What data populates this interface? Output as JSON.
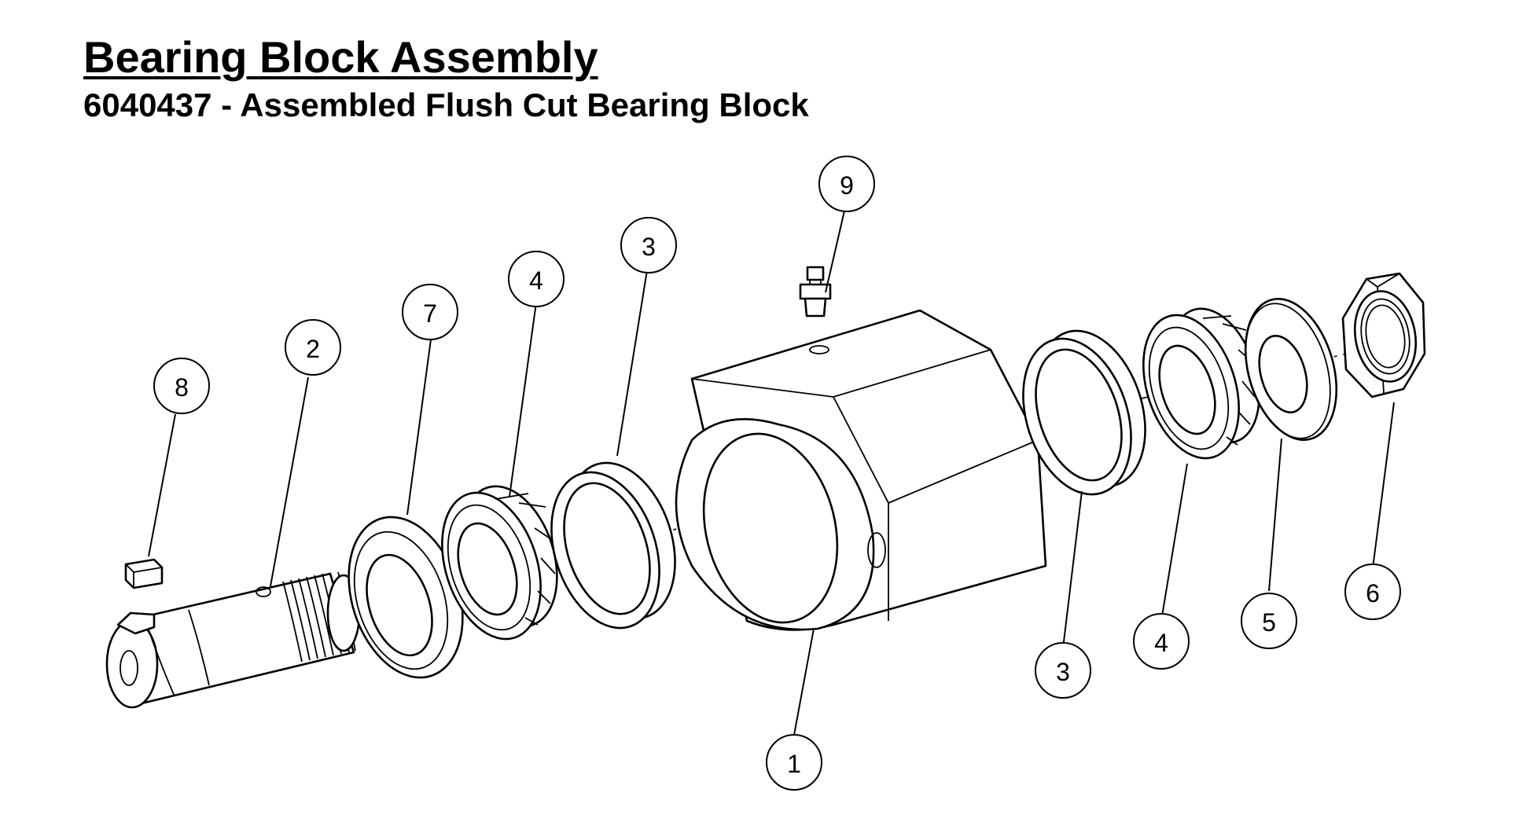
{
  "header": {
    "title": "Bearing Block Assembly",
    "subtitle": "6040437 - Assembled Flush Cut Bearing Block"
  },
  "callouts": [
    {
      "id": "callout-8",
      "label": "8"
    },
    {
      "id": "callout-2",
      "label": "2"
    },
    {
      "id": "callout-7",
      "label": "7"
    },
    {
      "id": "callout-4a",
      "label": "4"
    },
    {
      "id": "callout-3a",
      "label": "3"
    },
    {
      "id": "callout-9",
      "label": "9"
    },
    {
      "id": "callout-1",
      "label": "1"
    },
    {
      "id": "callout-3b",
      "label": "3"
    },
    {
      "id": "callout-4b",
      "label": "4"
    },
    {
      "id": "callout-5",
      "label": "5"
    },
    {
      "id": "callout-6",
      "label": "6"
    }
  ]
}
